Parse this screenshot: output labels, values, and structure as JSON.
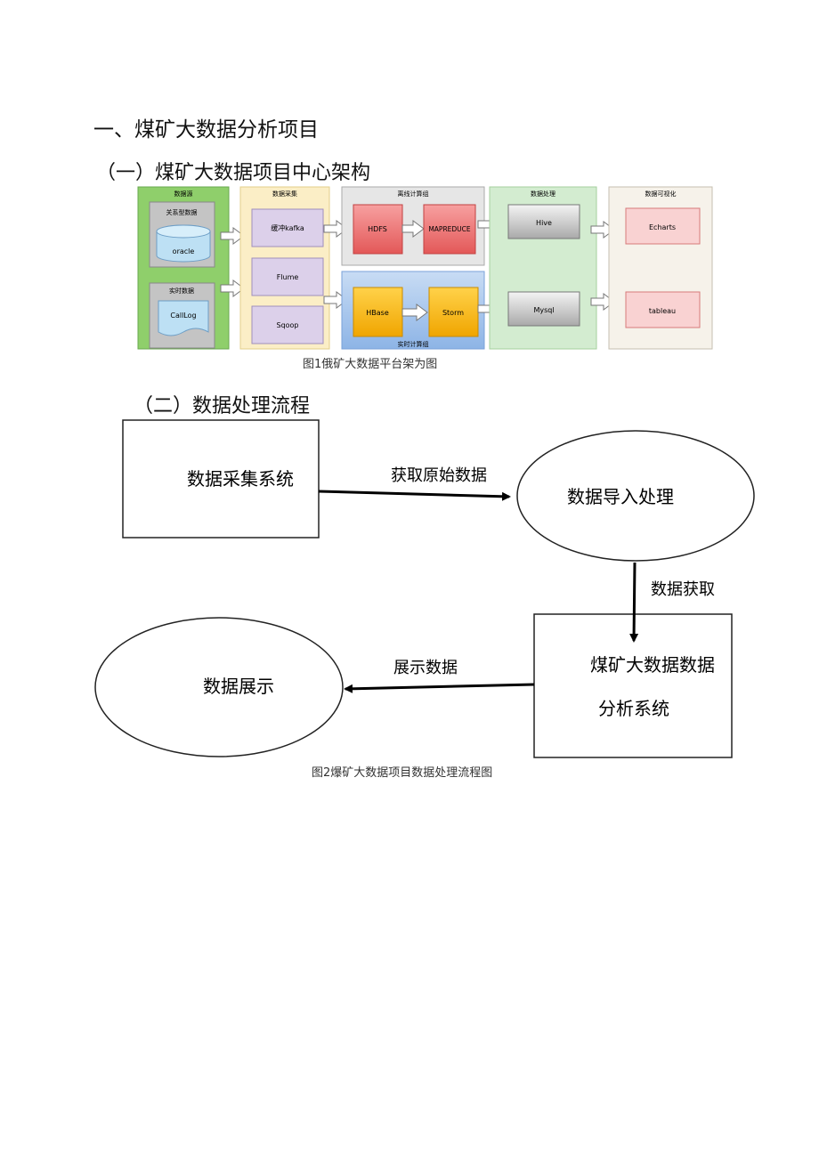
{
  "heading_main": "一、煤矿大数据分析项目",
  "section1": {
    "heading": "（一）煤矿大数据项目中心架构",
    "caption": "图1俄矿大数据平台架为图",
    "columns": {
      "source": "数据源",
      "collect": "数据采集",
      "batch": "离线计算组",
      "process": "数据处理",
      "visual": "数据可视化"
    },
    "groups": {
      "relational": "关系型数据",
      "realtime": "实时数据",
      "realtime_compute": "实时计算组"
    },
    "nodes": {
      "oracle": "oracle",
      "calllog": "CallLog",
      "kafka": "缓冲kafka",
      "flume": "Flume",
      "sqoop": "Sqoop",
      "hdfs": "HDFS",
      "mapreduce": "MAPREDUCE",
      "hbase": "HBase",
      "storm": "Storm",
      "hive": "Hive",
      "mysql": "Mysql",
      "echarts": "Echarts",
      "tableau": "tableau"
    }
  },
  "section2": {
    "heading": "（二）数据处理流程",
    "caption": "图2爆矿大数据项目数据处理流程图",
    "nodes": {
      "collect_system": "数据采集系统",
      "import_process": "数据导入处理",
      "analysis_line1": "煤矿大数据数据",
      "analysis_line2": "分析系统",
      "display": "数据展示"
    },
    "edges": {
      "get_raw": "获取原始数据",
      "data_fetch": "数据获取",
      "show_data": "展示数据"
    }
  }
}
